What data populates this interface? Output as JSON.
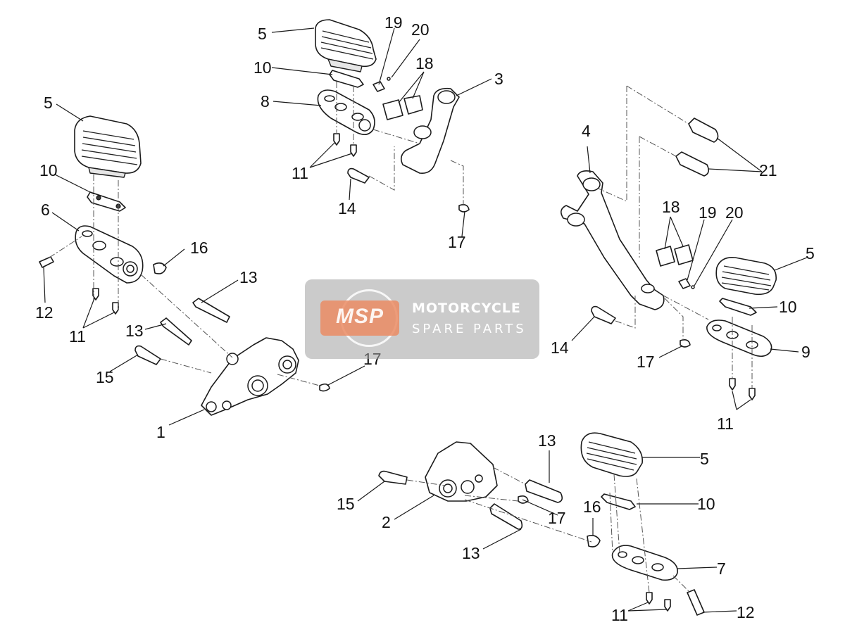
{
  "callouts": {
    "c1": "1",
    "c2": "2",
    "c3": "3",
    "c4": "4",
    "c5a": "5",
    "c5b": "5",
    "c5c": "5",
    "c5d": "5",
    "c6": "6",
    "c7": "7",
    "c8": "8",
    "c9": "9",
    "c10a": "10",
    "c10b": "10",
    "c10c": "10",
    "c10d": "10",
    "c11a": "11",
    "c11b": "11",
    "c11c": "11",
    "c11d": "11",
    "c12a": "12",
    "c12b": "12",
    "c13a": "13",
    "c13b": "13",
    "c13c": "13",
    "c13d": "13",
    "c14a": "14",
    "c14b": "14",
    "c15a": "15",
    "c15b": "15",
    "c16a": "16",
    "c16b": "16",
    "c17a": "17",
    "c17b": "17",
    "c17c": "17",
    "c17d": "17",
    "c18a": "18",
    "c18b": "18",
    "c19a": "19",
    "c19b": "19",
    "c20a": "20",
    "c20b": "20",
    "c21": "21"
  },
  "watermark": {
    "logo": "MSP",
    "line1": "MOTORCYCLE",
    "line2": "SPARE PARTS"
  },
  "colors": {
    "line": "#1b1b1b",
    "watermark_box": "#a0a0a0",
    "logo_accent": "#eb8c64"
  }
}
